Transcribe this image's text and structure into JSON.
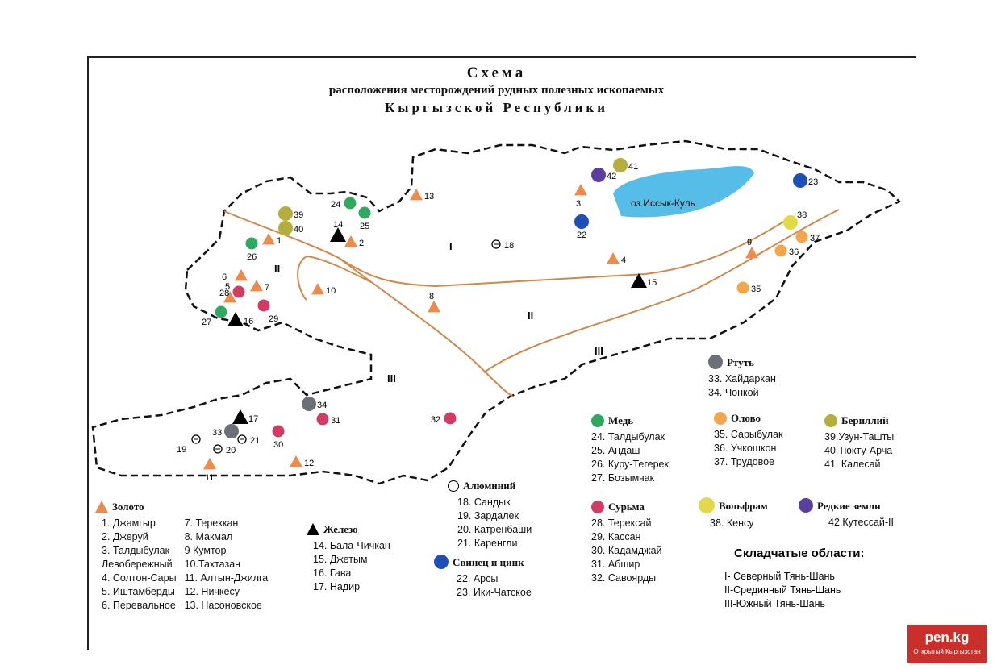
{
  "title": {
    "line1": "Схема",
    "line2": "расположения месторождений рудных полезных ископаемых",
    "line3": "Кыргызской Республики"
  },
  "lake": "оз.Иссык-Куль",
  "regions": {
    "r1": "I",
    "r2a": "II",
    "r2b": "II",
    "r3a": "III",
    "r3b": "III"
  },
  "colors": {
    "gold": "#f08a4b",
    "iron": "#000000",
    "lead": "#1f4fb5",
    "mercury": "#6b6f78",
    "copper": "#2fa860",
    "antimony": "#d23c63",
    "tin": "#f5a64a",
    "beryllium": "#b5ae3c",
    "tungsten": "#e1d84a",
    "rare": "#5a3f9e",
    "border": "#111111",
    "fault": "#d0894a",
    "lakeColor": "#55bde8"
  },
  "legend": {
    "gold": {
      "title": "Золото",
      "items": [
        "1. Джамгыр",
        "2. Джеруй",
        "3. Талдыбулак-",
        "Левобережный",
        "4. Солтон-Сары",
        "5. Иштамберды",
        "6. Перевальное"
      ],
      "items2": [
        "7. Тереккан",
        "8. Макмал",
        "9 Кумтор",
        "10.Тахтазан",
        "11. Алтын-Джилга",
        "12. Ничкесу",
        "13. Насоновское"
      ]
    },
    "iron": {
      "title": "Железо",
      "items": [
        "14. Бала-Чичкан",
        "15. Джетым",
        "16. Гава",
        "17. Надир"
      ]
    },
    "aluminium": {
      "title": "Алюминий",
      "items": [
        "18. Сандык",
        "19. Зардалек",
        "20. Катренбаши",
        "21. Каренгли"
      ]
    },
    "lead": {
      "title": "Свинец и цинк",
      "items": [
        "22. Арсы",
        "23. Ики-Чатское"
      ]
    },
    "mercury": {
      "title": "Ртуть",
      "items": [
        "33. Хайдаркан",
        "34. Чонкой"
      ]
    },
    "copper": {
      "title": "Медь",
      "items": [
        "24. Талдыбулак",
        "25. Андаш",
        "26. Куру-Тегерек",
        "27. Бозымчак"
      ]
    },
    "tin": {
      "title": "Олово",
      "items": [
        "35. Сарыбулак",
        "36. Учкошкон",
        "37. Трудовое"
      ]
    },
    "beryllium": {
      "title": "Бериллий",
      "items": [
        "39.Узун-Ташты",
        "40.Тюкту-Арча",
        "41. Калесай"
      ]
    },
    "antimony": {
      "title": "Сурьма",
      "items": [
        "28. Терексай",
        "29. Кассан",
        "30. Кадамджай",
        "31. Абшир",
        "32. Савоярды"
      ]
    },
    "tungsten": {
      "title": "Вольфрам",
      "items": [
        "38. Кенсу"
      ]
    },
    "rare": {
      "title": "Редкие земли",
      "items": [
        "42.Кутессай-II"
      ]
    }
  },
  "folds": {
    "title": "Складчатые области:",
    "items": [
      "I- Северный Тянь-Шань",
      "II-Срединный Тянь-Шань",
      "III-Южный Тянь-Шань"
    ]
  },
  "deposits": [
    {
      "n": "1",
      "t": "gold"
    },
    {
      "n": "2",
      "t": "gold"
    },
    {
      "n": "3",
      "t": "gold"
    },
    {
      "n": "4",
      "t": "gold"
    },
    {
      "n": "5",
      "t": "gold"
    },
    {
      "n": "6",
      "t": "gold"
    },
    {
      "n": "7",
      "t": "gold"
    },
    {
      "n": "8",
      "t": "gold"
    },
    {
      "n": "9",
      "t": "gold"
    },
    {
      "n": "10",
      "t": "gold"
    },
    {
      "n": "11",
      "t": "gold"
    },
    {
      "n": "12",
      "t": "gold"
    },
    {
      "n": "13",
      "t": "gold"
    },
    {
      "n": "14",
      "t": "iron"
    },
    {
      "n": "15",
      "t": "iron"
    },
    {
      "n": "16",
      "t": "iron"
    },
    {
      "n": "17",
      "t": "iron"
    },
    {
      "n": "18",
      "t": "aluminium"
    },
    {
      "n": "19",
      "t": "aluminium"
    },
    {
      "n": "20",
      "t": "aluminium"
    },
    {
      "n": "21",
      "t": "aluminium"
    },
    {
      "n": "22",
      "t": "lead"
    },
    {
      "n": "23",
      "t": "lead"
    },
    {
      "n": "24",
      "t": "copper"
    },
    {
      "n": "25",
      "t": "copper"
    },
    {
      "n": "26",
      "t": "copper"
    },
    {
      "n": "27",
      "t": "copper"
    },
    {
      "n": "28",
      "t": "antimony"
    },
    {
      "n": "29",
      "t": "antimony"
    },
    {
      "n": "30",
      "t": "antimony"
    },
    {
      "n": "31",
      "t": "antimony"
    },
    {
      "n": "32",
      "t": "antimony"
    },
    {
      "n": "33",
      "t": "mercury"
    },
    {
      "n": "34",
      "t": "mercury"
    },
    {
      "n": "35",
      "t": "tin"
    },
    {
      "n": "36",
      "t": "tin"
    },
    {
      "n": "37",
      "t": "tin"
    },
    {
      "n": "38",
      "t": "tungsten"
    },
    {
      "n": "39",
      "t": "beryllium"
    },
    {
      "n": "40",
      "t": "beryllium"
    },
    {
      "n": "41",
      "t": "beryllium"
    },
    {
      "n": "42",
      "t": "rare"
    }
  ],
  "watermark": {
    "brand": "pen.kg",
    "sub": "Открытый Кыргызстан"
  }
}
